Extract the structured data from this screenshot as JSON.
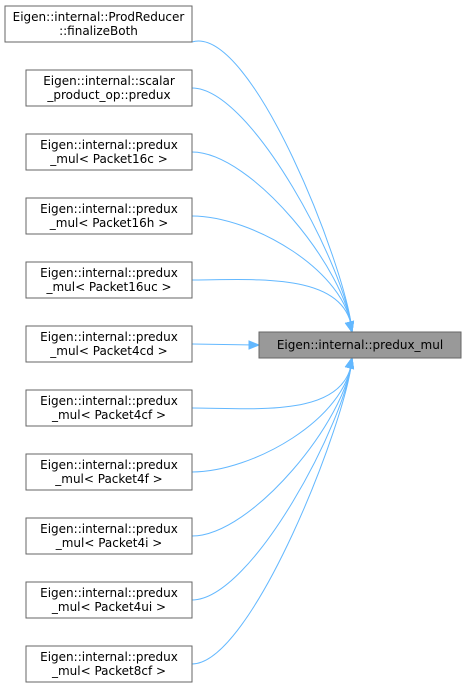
{
  "diagram": {
    "target": {
      "label": "Eigen::internal::predux_mul"
    },
    "callers": [
      {
        "line1": "Eigen::internal::ProdReducer",
        "line2": "::finalizeBoth"
      },
      {
        "line1": "Eigen::internal::scalar",
        "line2": "_product_op::predux"
      },
      {
        "line1": "Eigen::internal::predux",
        "line2": "_mul< Packet16c >"
      },
      {
        "line1": "Eigen::internal::predux",
        "line2": "_mul< Packet16h >"
      },
      {
        "line1": "Eigen::internal::predux",
        "line2": "_mul< Packet16uc >"
      },
      {
        "line1": "Eigen::internal::predux",
        "line2": "_mul< Packet4cd >"
      },
      {
        "line1": "Eigen::internal::predux",
        "line2": "_mul< Packet4cf >"
      },
      {
        "line1": "Eigen::internal::predux",
        "line2": "_mul< Packet4f >"
      },
      {
        "line1": "Eigen::internal::predux",
        "line2": "_mul< Packet4i >"
      },
      {
        "line1": "Eigen::internal::predux",
        "line2": "_mul< Packet4ui >"
      },
      {
        "line1": "Eigen::internal::predux",
        "line2": "_mul< Packet8cf >"
      }
    ]
  }
}
